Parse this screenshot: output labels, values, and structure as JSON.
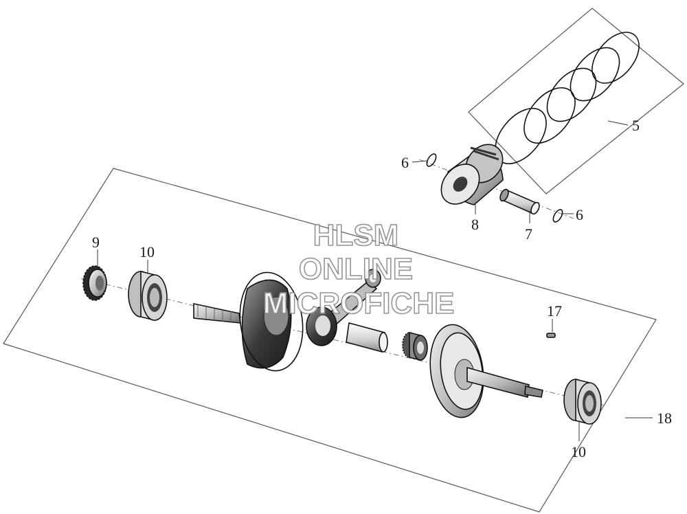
{
  "watermark": {
    "line1": "HLSM",
    "line2": "ONLINE",
    "line3": "MICROFICHE"
  },
  "callouts": [
    {
      "id": "5",
      "label": "5"
    },
    {
      "id": "6a",
      "label": "6"
    },
    {
      "id": "6b",
      "label": "6"
    },
    {
      "id": "7",
      "label": "7"
    },
    {
      "id": "8",
      "label": "8"
    },
    {
      "id": "9",
      "label": "9"
    },
    {
      "id": "10a",
      "label": "10"
    },
    {
      "id": "10b",
      "label": "10"
    },
    {
      "id": "17",
      "label": "17"
    },
    {
      "id": "18",
      "label": "18"
    }
  ],
  "colors": {
    "line": "#111111",
    "frame": "#555555",
    "shade": "#3a3a3a",
    "light": "#d8d8d8"
  }
}
